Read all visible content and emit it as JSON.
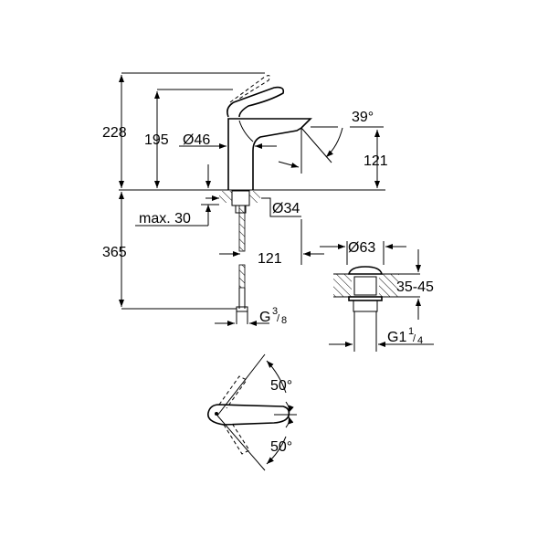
{
  "drawing": {
    "side_view": {
      "total_height": "228",
      "lever_height": "195",
      "body_diameter": "Ø46",
      "spout_angle": "39°",
      "spout_height": "121",
      "hole_diameter": "Ø34",
      "max_thickness": "max. 30",
      "hose_length": "365",
      "spout_reach": "121",
      "connection_main": "G",
      "connection_num": "3",
      "connection_den": "8"
    },
    "waste_view": {
      "diameter": "Ø63",
      "basin_thickness": "35-45",
      "thread_main": "G1",
      "thread_num": "1",
      "thread_den": "4"
    },
    "top_view": {
      "angle_up": "50°",
      "angle_down": "50°"
    }
  }
}
